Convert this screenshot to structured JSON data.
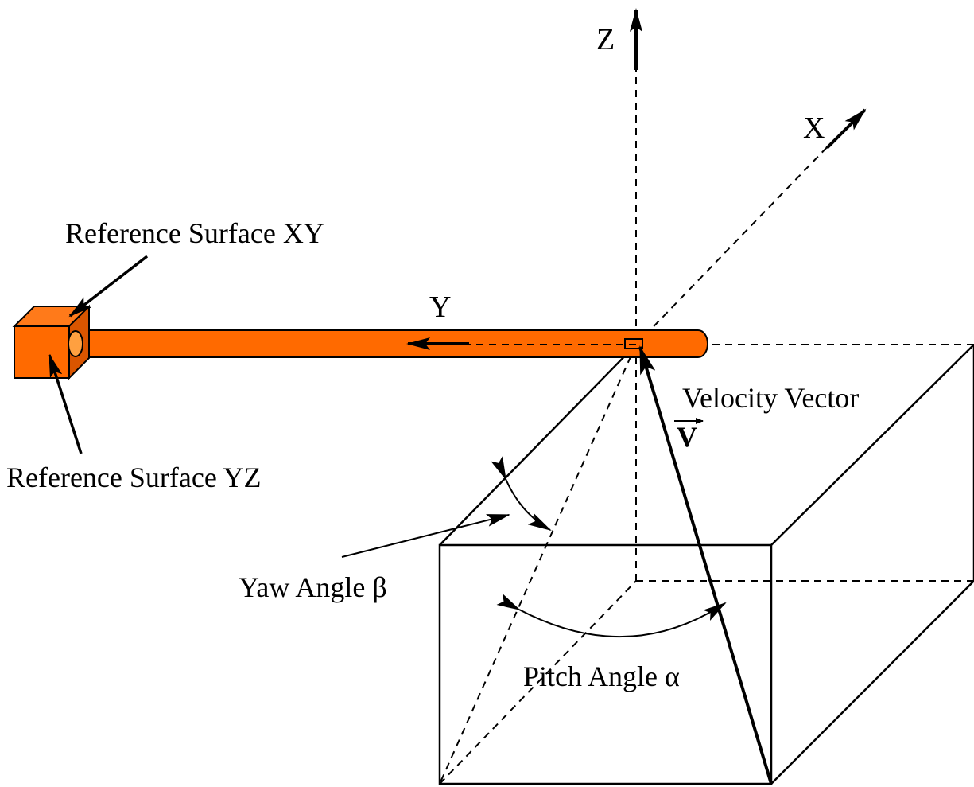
{
  "axes": {
    "z": "Z",
    "x": "X",
    "y": "Y"
  },
  "labels": {
    "ref_xy": "Reference Surface XY",
    "ref_yz": "Reference Surface YZ",
    "velocity": "Velocity Vector",
    "velocity_symbol": "V",
    "yaw": "Yaw Angle β",
    "pitch": "Pitch Angle α"
  },
  "colors": {
    "probe": "#ff6a00",
    "probe_dark": "#c84a00",
    "line": "#000000"
  }
}
